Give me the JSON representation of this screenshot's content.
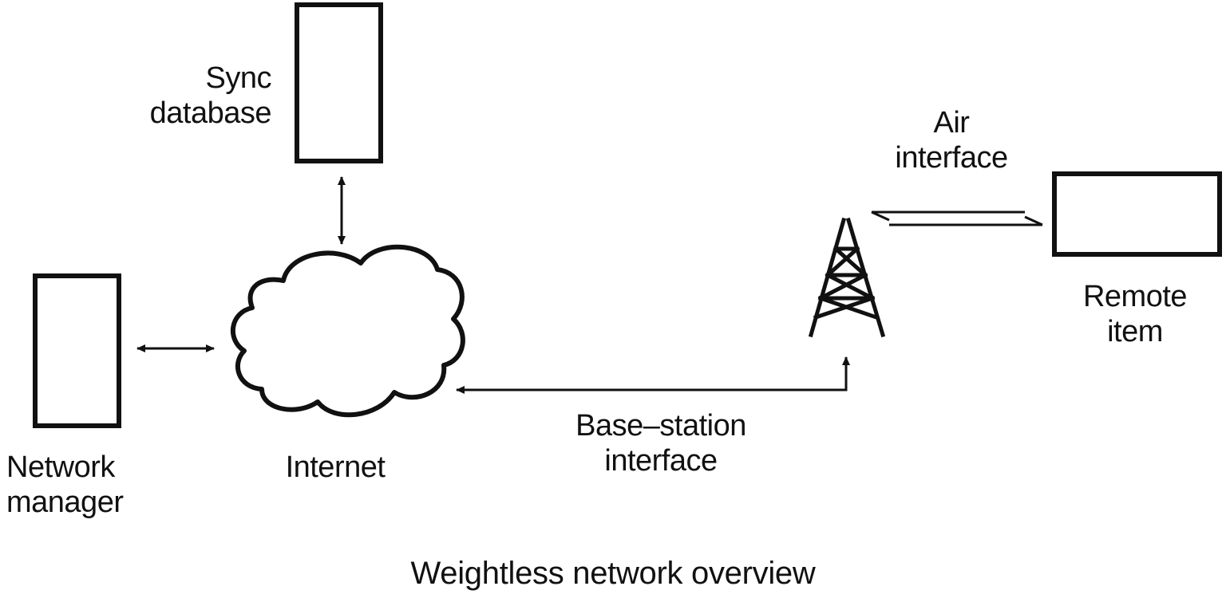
{
  "nodes": {
    "sync_database": {
      "line1": "Sync",
      "line2": "database"
    },
    "network_manager": {
      "line1": "Network",
      "line2": "manager"
    },
    "internet": {
      "label": "Internet"
    },
    "remote_item": {
      "line1": "Remote",
      "line2": "item"
    }
  },
  "edges": {
    "base_station_interface": {
      "line1": "Base–station",
      "line2": "interface"
    },
    "air_interface": {
      "line1": "Air",
      "line2": "interface"
    }
  },
  "caption": "Weightless network overview",
  "colors": {
    "ink": "#111111",
    "background": "#ffffff"
  }
}
